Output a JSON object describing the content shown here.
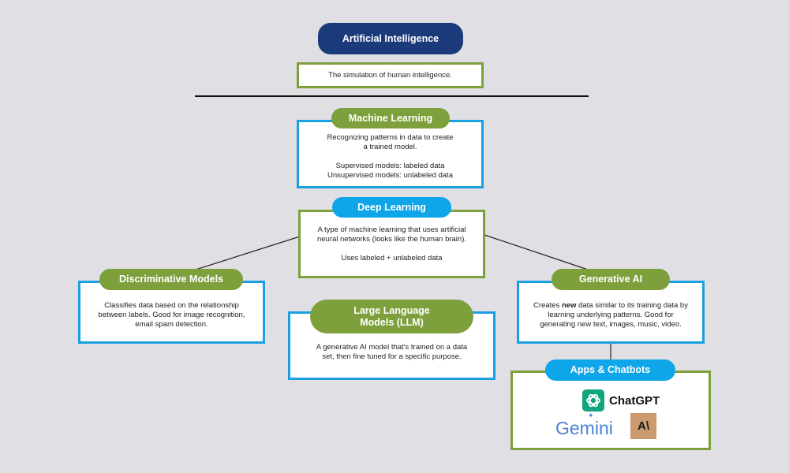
{
  "ai": {
    "title": "Artificial Intelligence",
    "desc": "The simulation of human intelligence."
  },
  "ml": {
    "title": "Machine Learning",
    "desc": "Recognizing patterns in data to create\na trained model.\n\nSupervised models: labeled data\nUnsupervised models: unlabeled data"
  },
  "dl": {
    "title": "Deep Learning",
    "desc": "A type of machine learning that uses artificial\nneural networks (looks like the human brain).\n\nUses labeled + unlabeled data"
  },
  "disc": {
    "title": "Discriminative Models",
    "desc": "Classifies data based on the relationship\nbetween labels. Good for image recognition,\nemail spam detection."
  },
  "llm": {
    "title": "Large Language\nModels (LLM)",
    "desc": "A generative AI model that's trained on a data\nset, then fine tuned for a specific purpose."
  },
  "gen": {
    "title": "Generative AI",
    "desc_pre": "Creates ",
    "desc_bold": "new",
    "desc_post": " data similar to its training data by\nlearning underlying patterns. Good for\ngenerating new text, images, music, video."
  },
  "apps": {
    "title": "Apps & Chatbots",
    "logos": {
      "chatgpt": "ChatGPT",
      "gemini": "Gemini",
      "anthropic": "A\\"
    }
  },
  "colors": {
    "green": "#7da03c",
    "blue": "#0ea5e9",
    "navy": "#1b3a7a"
  }
}
